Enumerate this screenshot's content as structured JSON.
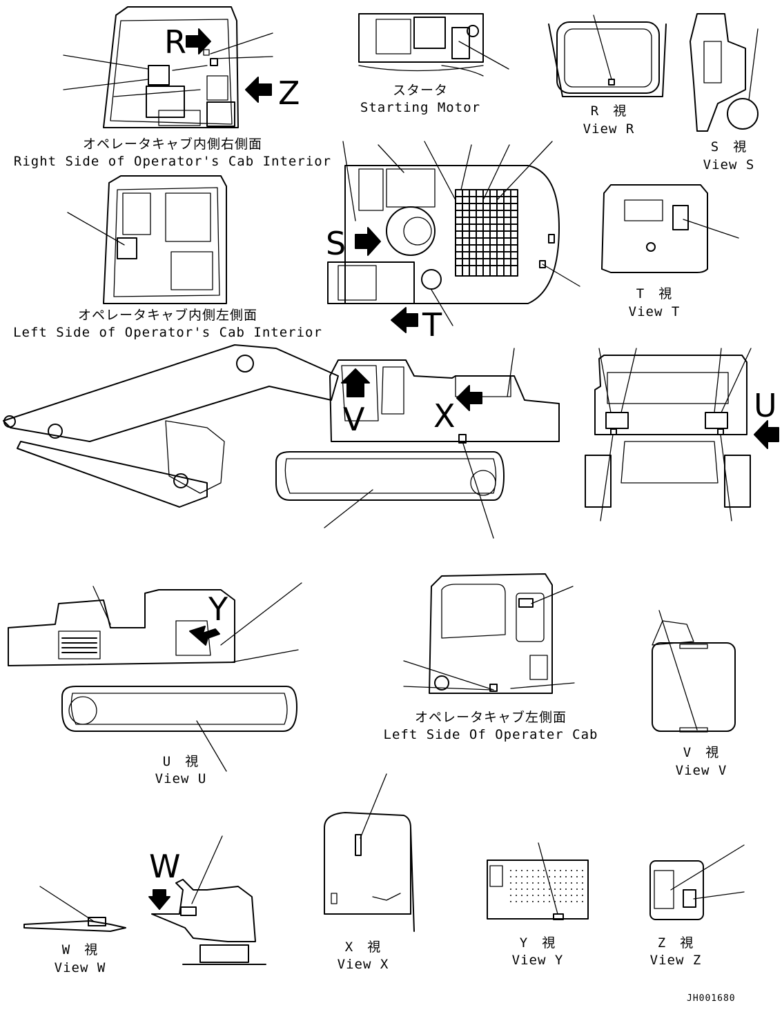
{
  "labels": {
    "right_cab_jp": "オペレータキャブ内側右側面",
    "right_cab_en": "Right Side of Operator's Cab Interior",
    "starter_jp": "スタータ",
    "starter_en": "Starting Motor",
    "view_r_jp": "R　視",
    "view_r_en": "View R",
    "view_s_jp": "S　視",
    "view_s_en": "View S",
    "left_cab_jp": "オペレータキャブ内側左側面",
    "left_cab_en": "Left Side of Operator's Cab Interior",
    "view_t_jp": "T　視",
    "view_t_en": "View T",
    "view_u_jp": "U　視",
    "view_u_en": "View U",
    "left_cab_outer_jp": "オペレータキャブ左側面",
    "left_cab_outer_en": "Left Side Of Operater Cab",
    "view_v_jp": "V　視",
    "view_v_en": "View V",
    "view_w_jp": "W　視",
    "view_w_en": "View W",
    "view_x_jp": "X　視",
    "view_x_en": "View X",
    "view_y_jp": "Y　視",
    "view_y_en": "View Y",
    "view_z_jp": "Z　視",
    "view_z_en": "View Z"
  },
  "view_letters": {
    "r": "R",
    "z": "Z",
    "s": "S",
    "t": "T",
    "v": "V",
    "x": "X",
    "u": "U",
    "y": "Y",
    "w": "W"
  },
  "drawing_code": "JH001680"
}
